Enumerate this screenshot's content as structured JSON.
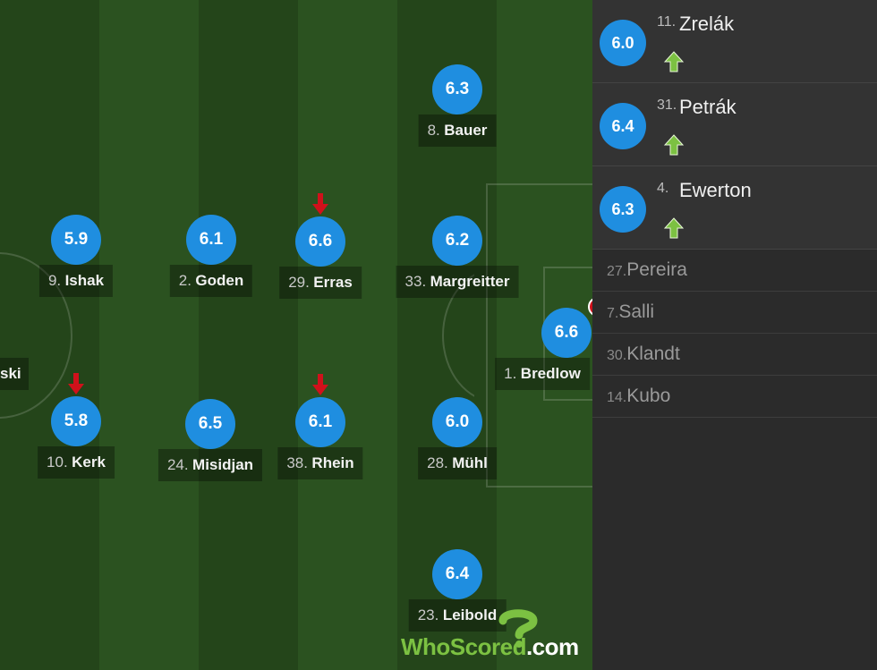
{
  "pitch": {
    "players": [
      {
        "id": "bauer",
        "number": "8.",
        "name": "Bauer",
        "rating": "6.3"
      },
      {
        "id": "ishak",
        "number": "9.",
        "name": "Ishak",
        "rating": "5.9"
      },
      {
        "id": "goden",
        "number": "2.",
        "name": "Goden",
        "rating": "6.1"
      },
      {
        "id": "erras",
        "number": "29.",
        "name": "Erras",
        "rating": "6.6",
        "subbed_off": true
      },
      {
        "id": "margreitter",
        "number": "33.",
        "name": "Margreitter",
        "rating": "6.2"
      },
      {
        "id": "bredlow",
        "number": "1.",
        "name": "Bredlow",
        "rating": "6.6",
        "event_badge": "E"
      },
      {
        "id": "kerk",
        "number": "10.",
        "name": "Kerk",
        "rating": "5.8",
        "subbed_off": true
      },
      {
        "id": "misidjan",
        "number": "24.",
        "name": "Misidjan",
        "rating": "6.5"
      },
      {
        "id": "rhein",
        "number": "38.",
        "name": "Rhein",
        "rating": "6.1",
        "subbed_off": true
      },
      {
        "id": "muhl",
        "number": "28.",
        "name": "Mühl",
        "rating": "6.0"
      },
      {
        "id": "leibold",
        "number": "23.",
        "name": "Leibold",
        "rating": "6.4"
      },
      {
        "id": "partial",
        "number": "",
        "name": "ski",
        "rating": ""
      }
    ]
  },
  "watermark": {
    "brand": "WhoScored",
    "suffix": ".com"
  },
  "bench": {
    "substitutes_in": [
      {
        "number": "11.",
        "name": "Zrelák",
        "rating": "6.0"
      },
      {
        "number": "31.",
        "name": "Petrák",
        "rating": "6.4"
      },
      {
        "number": "4.",
        "name": "Ewerton",
        "rating": "6.3"
      }
    ],
    "unused": [
      {
        "number": "27.",
        "name": "Pereira"
      },
      {
        "number": "7.",
        "name": "Salli"
      },
      {
        "number": "30.",
        "name": "Klandt"
      },
      {
        "number": "14.",
        "name": "Kubo"
      }
    ]
  },
  "colors": {
    "rating_bg": "#1f8ee0",
    "sub_off": "#d0111b",
    "sub_on": "#7cc142",
    "pitch_dark": "#24451a",
    "pitch_light": "#2b5220"
  },
  "icons": {
    "sub_off": "arrow-down-icon",
    "sub_on": "arrow-up-icon",
    "event": "event-badge-icon"
  }
}
